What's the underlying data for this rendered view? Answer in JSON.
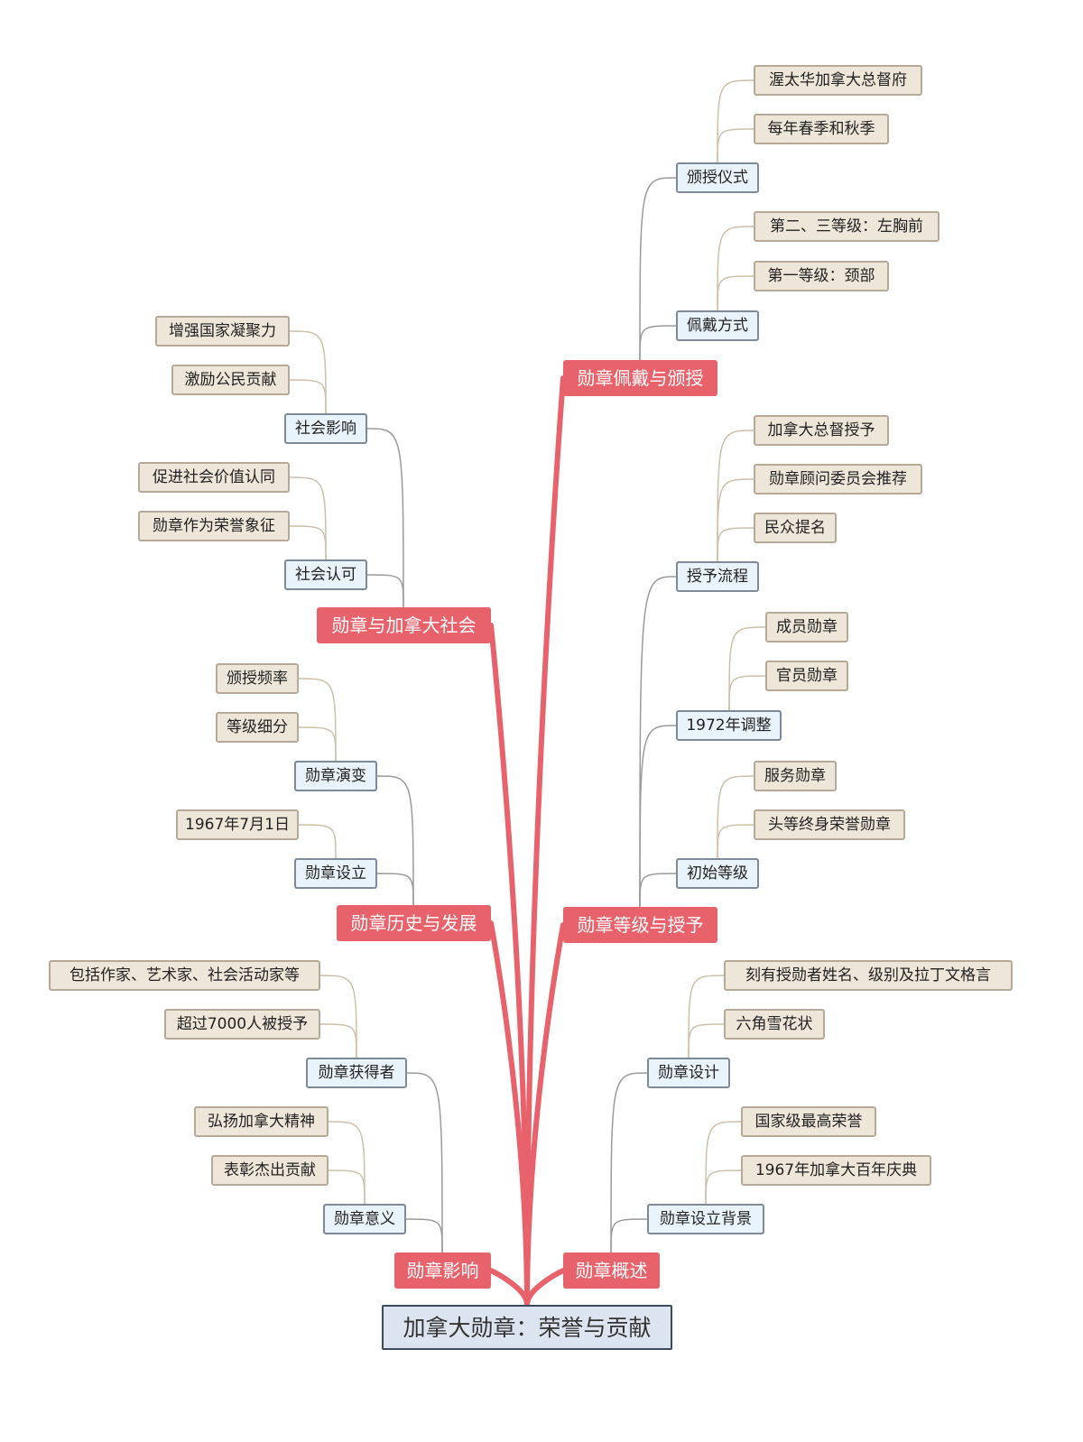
{
  "root": "加拿大勋章：荣誉与贡献",
  "branches": {
    "wear": {
      "label": "勋章佩戴与颁授",
      "ceremony": {
        "label": "颁授仪式",
        "items": [
          "渥太华加拿大总督府",
          "每年春季和秋季"
        ]
      },
      "wearing": {
        "label": "佩戴方式",
        "items": [
          "第二、三等级：左胸前",
          "第一等级：颈部"
        ]
      }
    },
    "grades": {
      "label": "勋章等级与授予",
      "process": {
        "label": "授予流程",
        "items": [
          "加拿大总督授予",
          "勋章顾问委员会推荐",
          "民众提名"
        ]
      },
      "adjust": {
        "label": "1972年调整",
        "items": [
          "成员勋章",
          "官员勋章"
        ]
      },
      "initial": {
        "label": "初始等级",
        "items": [
          "服务勋章",
          "头等终身荣誉勋章"
        ]
      }
    },
    "overview": {
      "label": "勋章概述",
      "design": {
        "label": "勋章设计",
        "items": [
          "刻有授勋者姓名、级别及拉丁文格言",
          "六角雪花状"
        ]
      },
      "background": {
        "label": "勋章设立背景",
        "items": [
          "国家级最高荣誉",
          "1967年加拿大百年庆典"
        ]
      }
    },
    "society": {
      "label": "勋章与加拿大社会",
      "influence": {
        "label": "社会影响",
        "items": [
          "增强国家凝聚力",
          "激励公民贡献"
        ]
      },
      "recognition": {
        "label": "社会认可",
        "items": [
          "促进社会价值认同",
          "勋章作为荣誉象征"
        ]
      }
    },
    "history": {
      "label": "勋章历史与发展",
      "evolution": {
        "label": "勋章演变",
        "items": [
          "颁授频率",
          "等级细分"
        ]
      },
      "founding": {
        "label": "勋章设立",
        "items": [
          "1967年7月1日"
        ]
      }
    },
    "impact": {
      "label": "勋章影响",
      "recipients": {
        "label": "勋章获得者",
        "items": [
          "包括作家、艺术家、社会活动家等",
          "超过7000人被授予"
        ]
      },
      "meaning": {
        "label": "勋章意义",
        "items": [
          "弘扬加拿大精神",
          "表彰杰出贡献"
        ]
      }
    }
  },
  "colors": {
    "branch": "#e8626b",
    "sub_fill": "#e9f3fb",
    "leaf_fill": "#efe6da",
    "root_fill": "#dbe4ef"
  }
}
